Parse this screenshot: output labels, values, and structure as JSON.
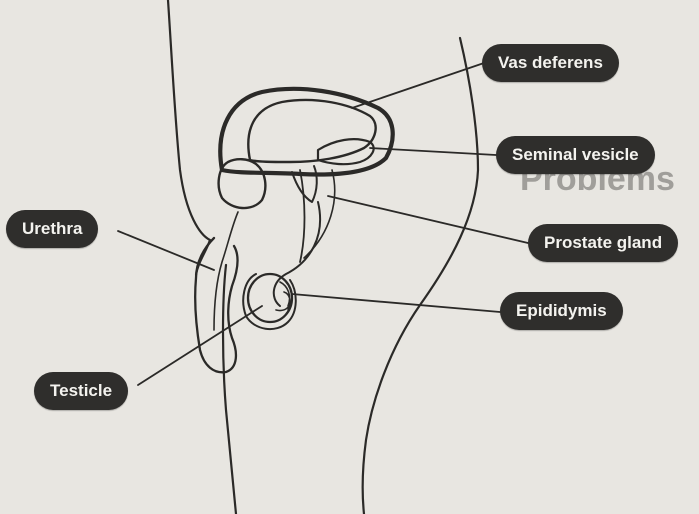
{
  "background": {
    "page_color": "#e8e6e1",
    "ink_color": "#2b2a28",
    "label_bg": "#2f2e2c",
    "label_fg": "#f4f3ef",
    "heading_fragment": "Problems"
  },
  "labels": {
    "vas_deferens": "Vas deferens",
    "seminal_vesicle": "Seminal vesicle",
    "urethra": "Urethra",
    "prostate_gland": "Prostate gland",
    "epididymis": "Epididymis",
    "testicle": "Testicle"
  }
}
